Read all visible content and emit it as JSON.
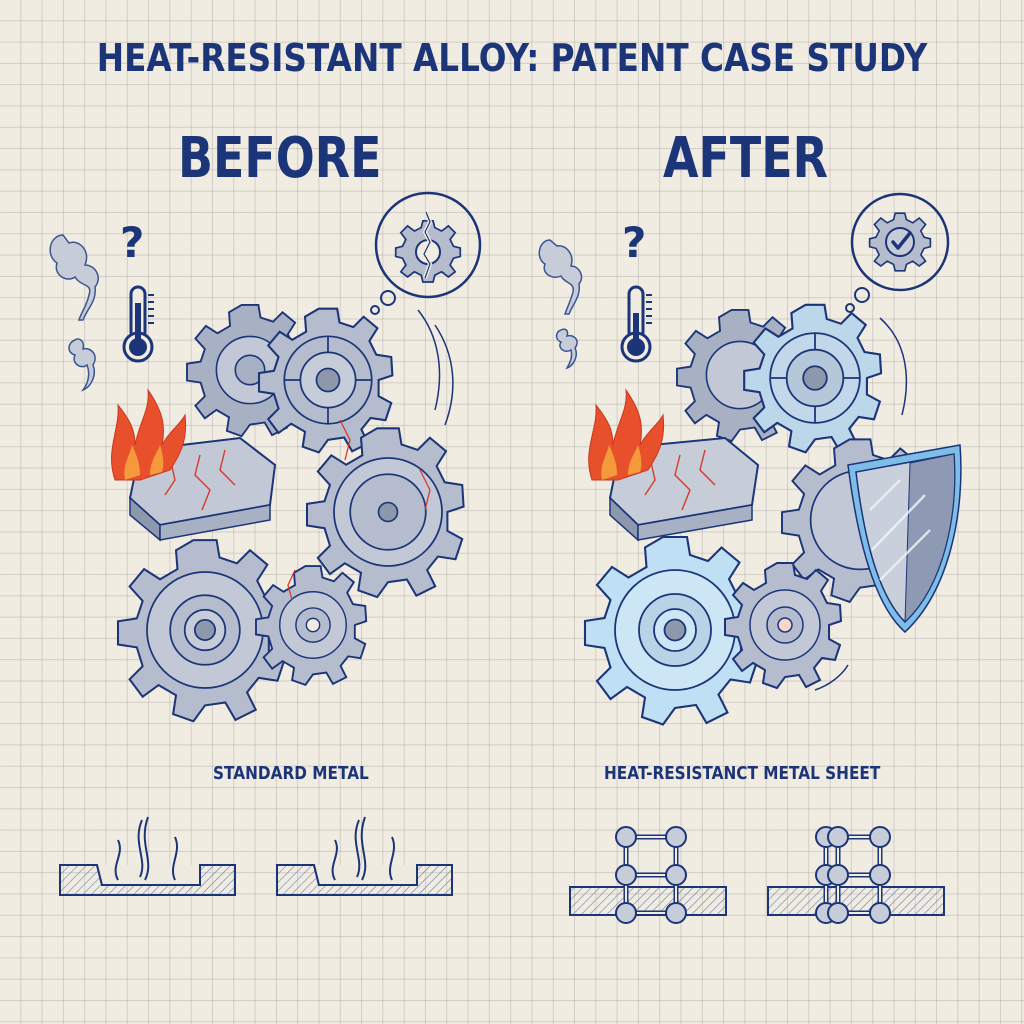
{
  "title": "HEAT-RESISTANT ALLOY: PATENT CASE STUDY",
  "colors": {
    "ink": "#1b3578",
    "paper": "#f1ece1",
    "grid": "#b9b9b9",
    "gear_gray": "#b4bccd",
    "gear_blue_glow": "#bfe0f4",
    "flame_red": "#e8502c",
    "flame_orange": "#f59a3c",
    "crack_red": "#d8392b",
    "shield_blue": "#4a9bd8"
  },
  "panels": [
    {
      "heading": "BEFORE",
      "caption": "STANDARD METAL",
      "thought_icon": "cracked-gear-icon",
      "state": "heat damage, cracked gears"
    },
    {
      "heading": "AFTER",
      "caption": "HEAT-RESISTANCT METAL SHEET",
      "thought_icon": "gear-check-icon",
      "state": "protected by shield, cooled gears"
    }
  ],
  "icons": {
    "question": "?",
    "thermometer": "thermometer-icon",
    "fire": "fire-icon",
    "smoke": "smoke-icon",
    "shield": "shield-icon"
  }
}
